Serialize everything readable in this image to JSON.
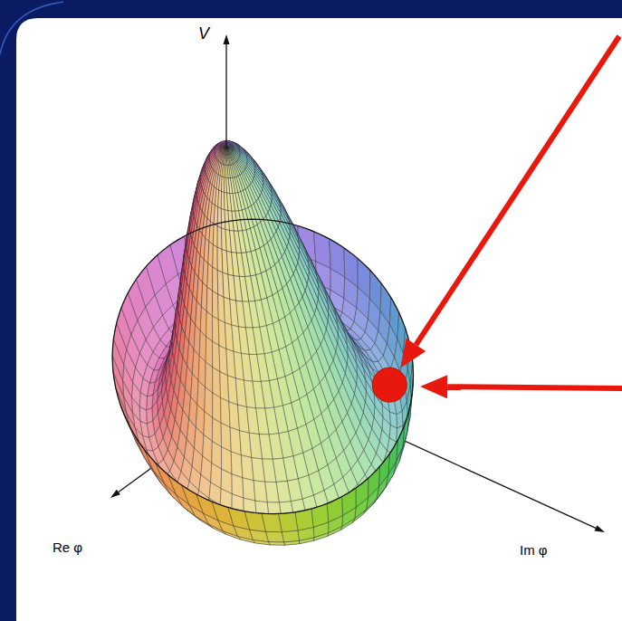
{
  "diagram": {
    "labels": [
      "V",
      "Re φ",
      "Im φ"
    ]
  }
}
